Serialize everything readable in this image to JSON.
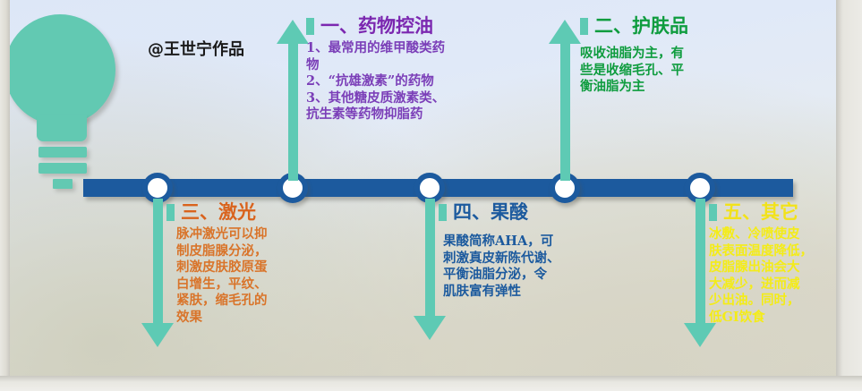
{
  "watermark": "@王世宁作品",
  "icons": {
    "bulb": "lightbulb-icon",
    "up_arrow": "arrow-up-icon",
    "down_arrow": "arrow-down-icon",
    "node": "timeline-node-icon"
  },
  "colors": {
    "teal": "#5ecab4",
    "timeline_blue": "#1c5a9e",
    "purple": "#7b27b0",
    "green": "#0e9c3e",
    "orange": "#d9631d",
    "blue": "#1c5a9e",
    "yellow": "#f2e21a",
    "background_top": "#dde7f7",
    "background_bottom": "#d9d7cb"
  },
  "sections": [
    {
      "id": "section-1",
      "heading": "一、药物控油",
      "body": "1、最常用的维甲酸类药\n物\n2、“抗雄激素”的药物\n3、其他糖皮质激素类、\n抗生素等药物抑脂药",
      "position": "above",
      "color": "purple"
    },
    {
      "id": "section-2",
      "heading": "二、护肤品",
      "body": "吸收油脂为主，有\n些是收缩毛孔、平\n衡油脂为主",
      "position": "above",
      "color": "green"
    },
    {
      "id": "section-3",
      "heading": "三、激光",
      "body": "脉冲激光可以抑\n制皮脂腺分泌，\n刺激皮肤胶原蛋\n白增生，平纹、\n紧肤，缩毛孔的\n效果",
      "position": "below",
      "color": "orange"
    },
    {
      "id": "section-4",
      "heading": "四、果酸",
      "body": "果酸简称AHA，可\n刺激真皮新陈代谢、\n平衡油脂分泌，令\n肌肤富有弹性",
      "position": "below",
      "color": "blue"
    },
    {
      "id": "section-5",
      "heading": "五、其它",
      "body": "冰敷、冷喷使皮\n肤表面温度降低，\n皮脂腺出油会大\n大减少，进而减\n少出油。同时，\n低GI饮食",
      "position": "below",
      "color": "yellow"
    }
  ]
}
